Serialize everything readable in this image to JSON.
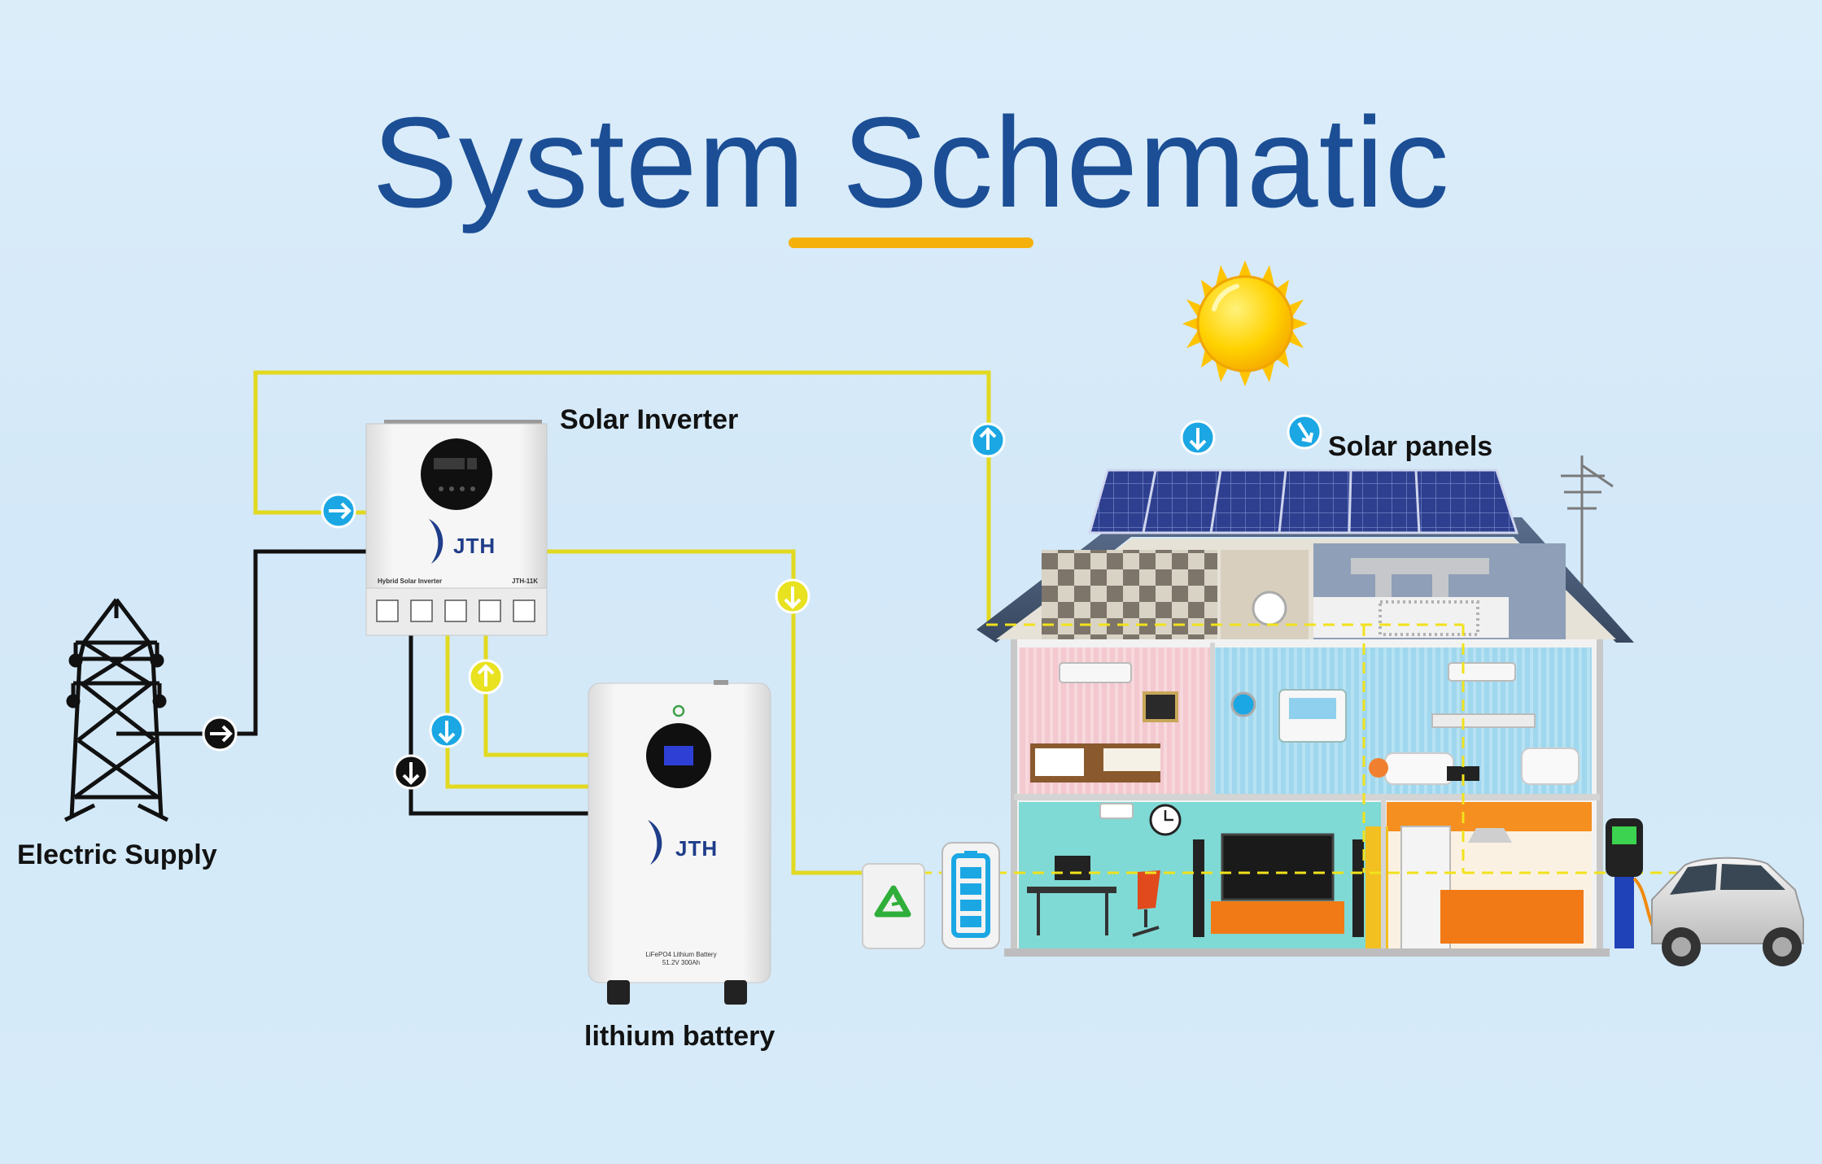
{
  "title": "System Schematic",
  "labels": {
    "solar_inverter": "Solar Inverter",
    "solar_panels": "Solar panels",
    "electric_supply": "Electric Supply",
    "lithium_battery": "lithium battery"
  },
  "inverter": {
    "brand": "JTH",
    "model_text": "Hybrid Solar Inverter",
    "model_id": "JTH-11K"
  },
  "battery": {
    "brand": "JTH",
    "spec_line_1": "LiFePO4 Lithium Battery",
    "spec_line_2": "51.2V 300Ah"
  },
  "colors": {
    "title": "#1b4e95",
    "accent_underline": "#f5b10a",
    "solar_wire": "#e2d920",
    "grid_wire": "#111111",
    "arrow_blue": "#1ba7e3",
    "arrow_yellow": "#e8e220",
    "sun": "#ffd000"
  },
  "icons": [
    "sun-icon",
    "power-tower-icon",
    "recycle-icon",
    "battery-level-icon",
    "car-icon",
    "ev-charger-icon",
    "antenna-icon"
  ]
}
